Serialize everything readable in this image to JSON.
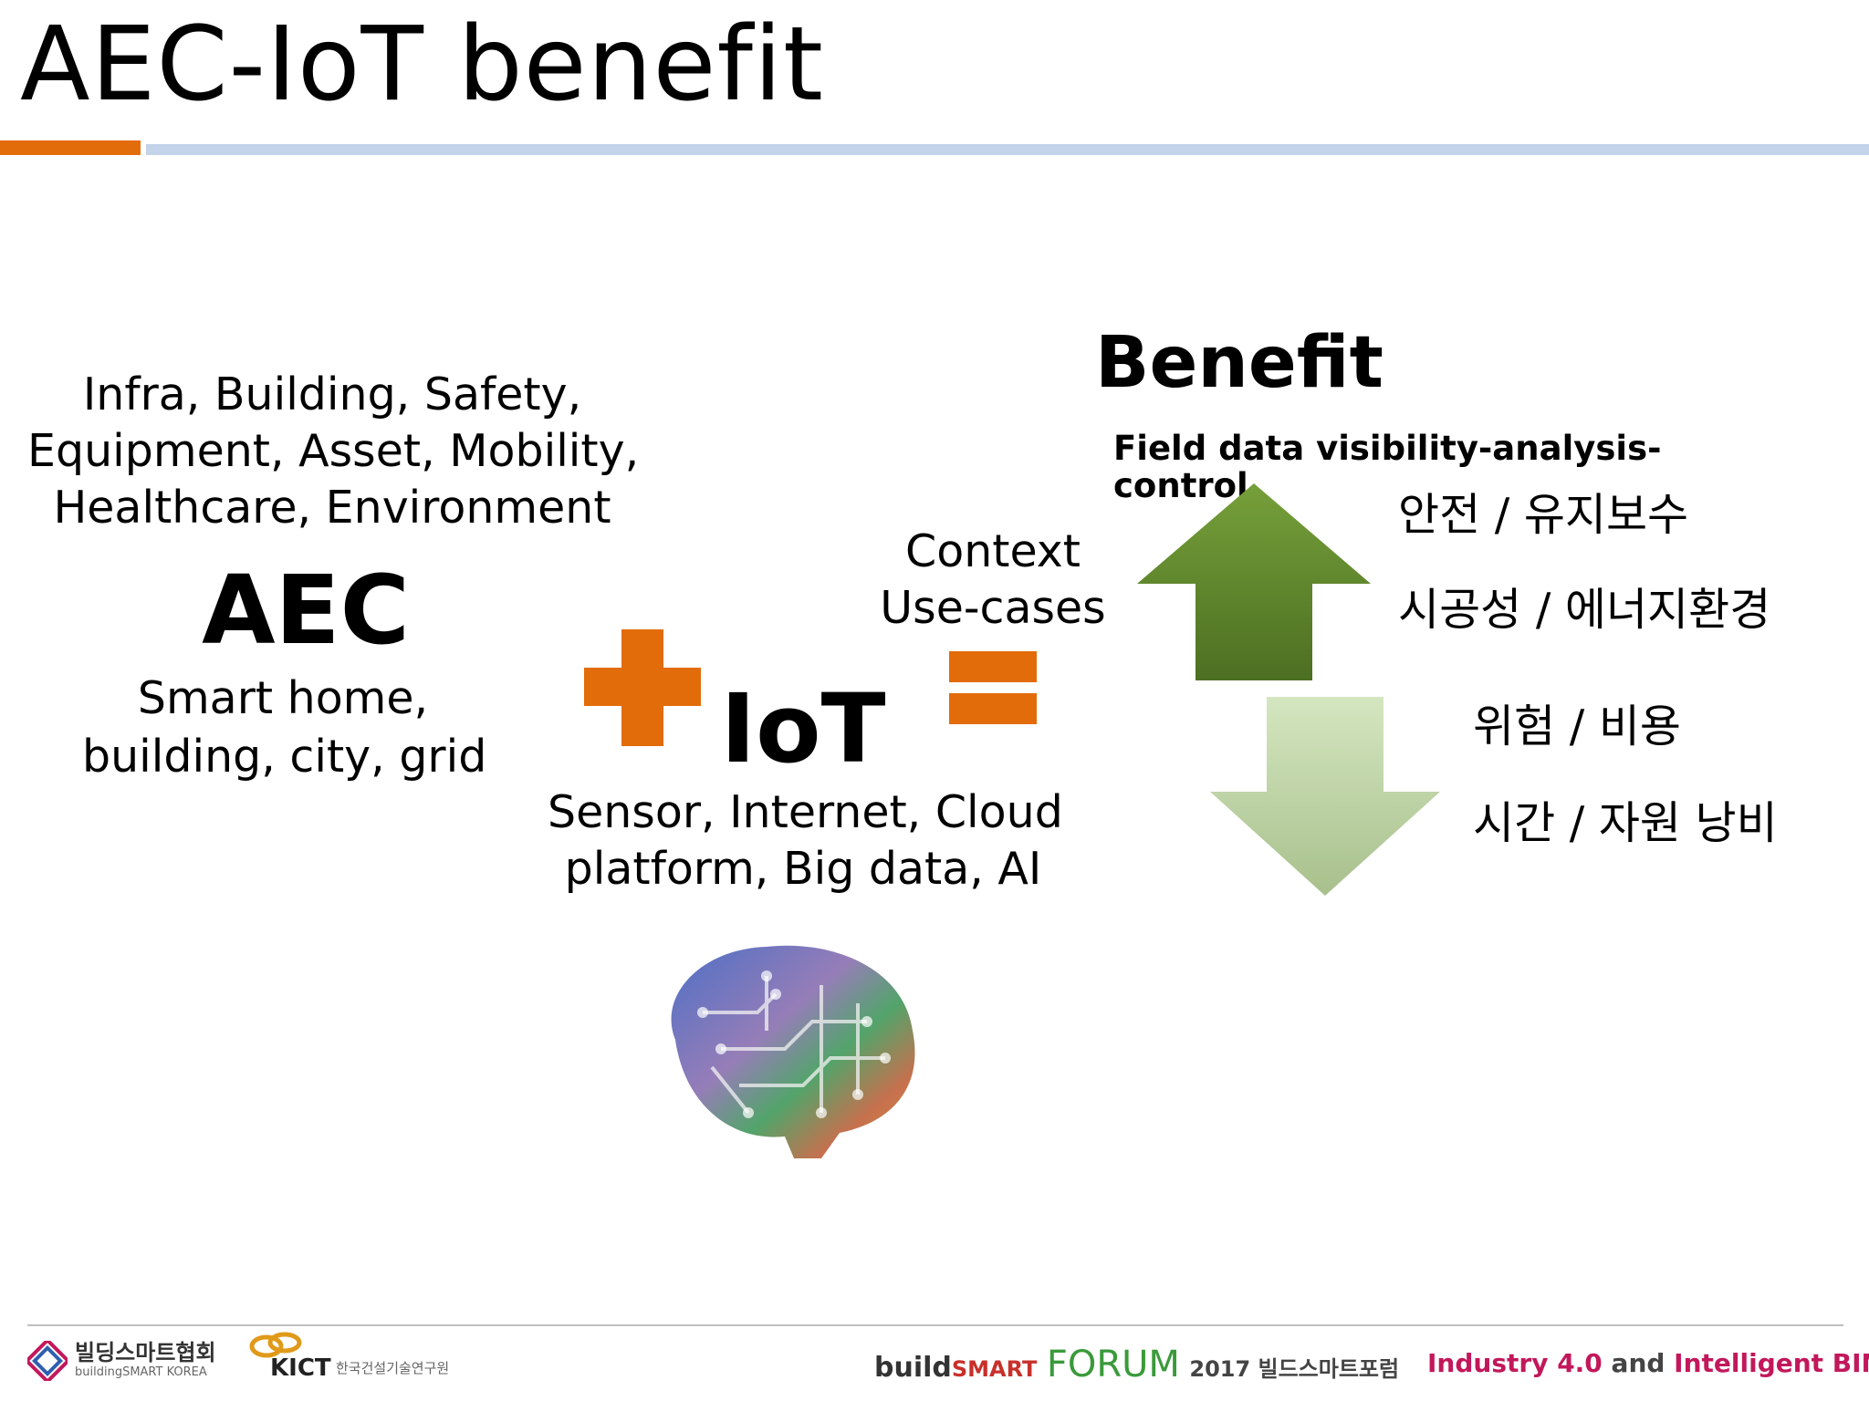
{
  "slide": {
    "title": "AEC-IoT benefit"
  },
  "aec": {
    "domains": [
      "Infra, Building, Safety,",
      "Equipment, Asset, Mobility,",
      "Healthcare, Environment"
    ],
    "heading": "AEC",
    "smart": [
      "Smart home,",
      "building, city, grid"
    ]
  },
  "iot": {
    "heading": "IoT",
    "tech": [
      "Sensor, Internet, Cloud",
      "platform, Big data, AI"
    ]
  },
  "context": [
    "Context",
    "Use-cases"
  ],
  "benefit": {
    "heading": "Benefit",
    "subtitle": "Field data visibility-analysis-control",
    "up_items": [
      "안전 / 유지보수",
      "시공성 / 에너지환경"
    ],
    "down_items": [
      "위험 / 비용",
      "시간 / 자원 낭비"
    ]
  },
  "footer": {
    "org1_korean": "빌딩스마트협회",
    "org1_english": "buildingSMART KOREA",
    "org2": "KICT",
    "org2_korean": "한국건설기술연구원",
    "forum_prefix": "build",
    "forum_smart": "SMART",
    "forum_word": "FORUM",
    "forum_year": "2017 빌드스마트포럼",
    "tagline_a": "Industry 4.0",
    "tagline_and": "and",
    "tagline_b": "Intelligent BIM"
  },
  "colors": {
    "accent_orange": "#e36c0a",
    "rule_blue": "#c3d3e9",
    "arrow_up_green": "#5f8a2a",
    "arrow_down_green": "#c6dab0",
    "forum_red": "#c8302b",
    "forum_green": "#3a9a3a",
    "tagline_magenta": "#c2185b"
  },
  "icons": [
    "plus-sign",
    "equals-sign",
    "up-arrow",
    "down-arrow",
    "circuit-brain-image",
    "buildingsmart-logo",
    "kict-logo"
  ]
}
